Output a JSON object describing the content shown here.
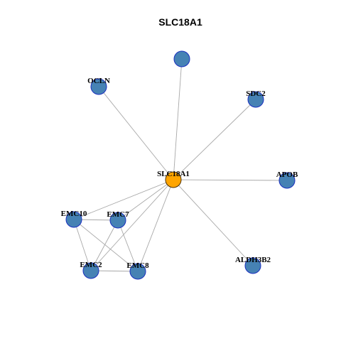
{
  "title": "SLC18A1",
  "colors": {
    "hub_fill": "#ffa500",
    "node_fill": "#4682b4",
    "node_stroke": "#1a2fbf",
    "hub_stroke": "#4d3000",
    "edge": "#a8a8a8"
  },
  "nodes": [
    {
      "id": "SLC18A1",
      "label": "SLC18A1",
      "hub": true
    },
    {
      "id": "unlabeled",
      "label": ""
    },
    {
      "id": "OCLN",
      "label": "OCLN"
    },
    {
      "id": "SDC2",
      "label": "SDC2"
    },
    {
      "id": "APOB",
      "label": "APOB"
    },
    {
      "id": "ALDH3B2",
      "label": "ALDH3B2"
    },
    {
      "id": "EMC10",
      "label": "EMC10"
    },
    {
      "id": "EMC7",
      "label": "EMC7"
    },
    {
      "id": "EMC2",
      "label": "EMC2"
    },
    {
      "id": "EMC8",
      "label": "EMC8"
    }
  ],
  "edges": [
    [
      "SLC18A1",
      "unlabeled"
    ],
    [
      "SLC18A1",
      "OCLN"
    ],
    [
      "SLC18A1",
      "SDC2"
    ],
    [
      "SLC18A1",
      "APOB"
    ],
    [
      "SLC18A1",
      "ALDH3B2"
    ],
    [
      "SLC18A1",
      "EMC10"
    ],
    [
      "SLC18A1",
      "EMC7"
    ],
    [
      "SLC18A1",
      "EMC2"
    ],
    [
      "SLC18A1",
      "EMC8"
    ],
    [
      "EMC10",
      "EMC7"
    ],
    [
      "EMC10",
      "EMC2"
    ],
    [
      "EMC10",
      "EMC8"
    ],
    [
      "EMC7",
      "EMC2"
    ],
    [
      "EMC7",
      "EMC8"
    ],
    [
      "EMC2",
      "EMC8"
    ]
  ]
}
